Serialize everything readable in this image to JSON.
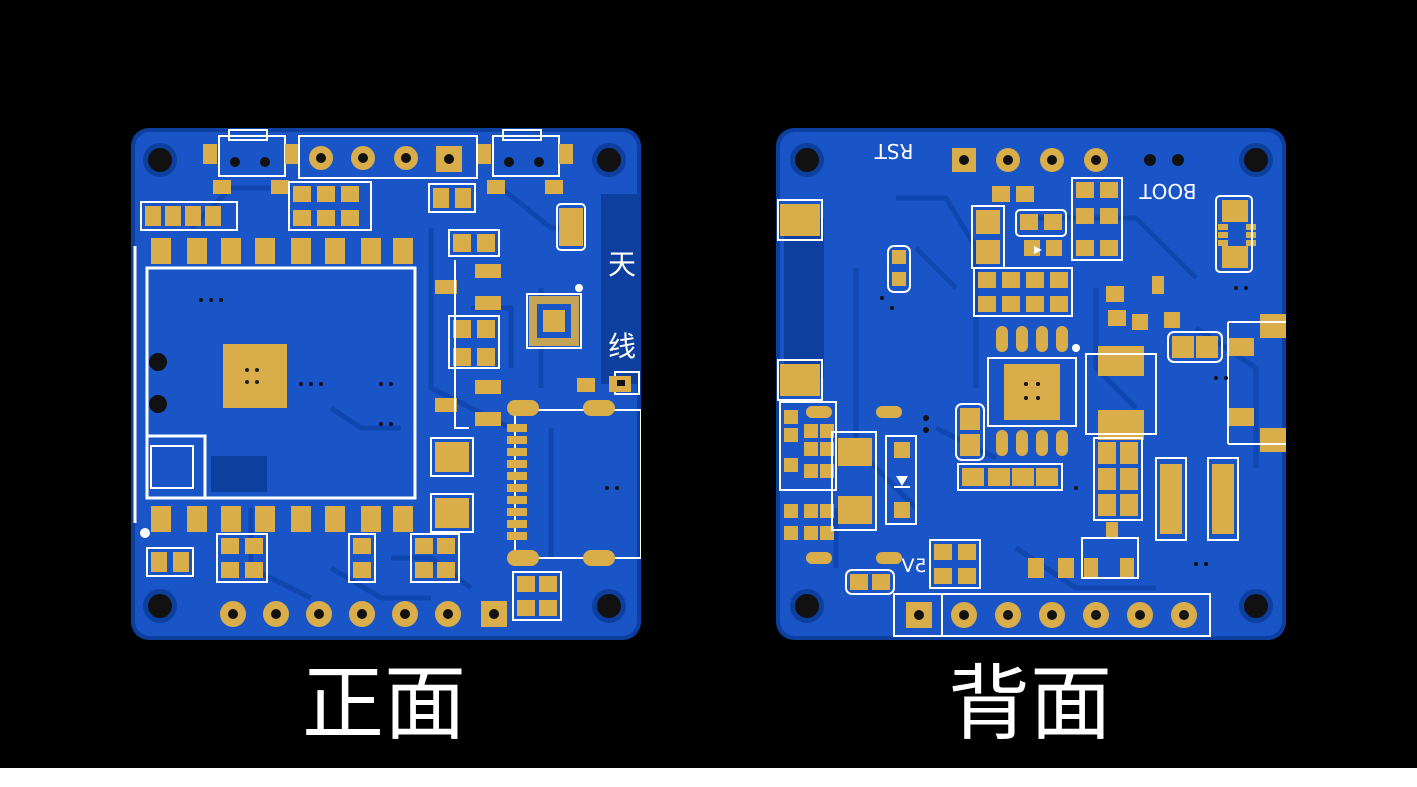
{
  "front": {
    "caption": "正面",
    "antenna_label": [
      "天",
      "线"
    ]
  },
  "back": {
    "caption": "背面",
    "silkscreen": {
      "rst": "RST",
      "boot": "BOOT",
      "v5": "5V"
    }
  },
  "colors": {
    "background": "#000000",
    "board": "#1a55c8",
    "board_edge": "#0d3f9e",
    "copper_pad": "#d9ae4a",
    "silkscreen": "#ffffff"
  }
}
